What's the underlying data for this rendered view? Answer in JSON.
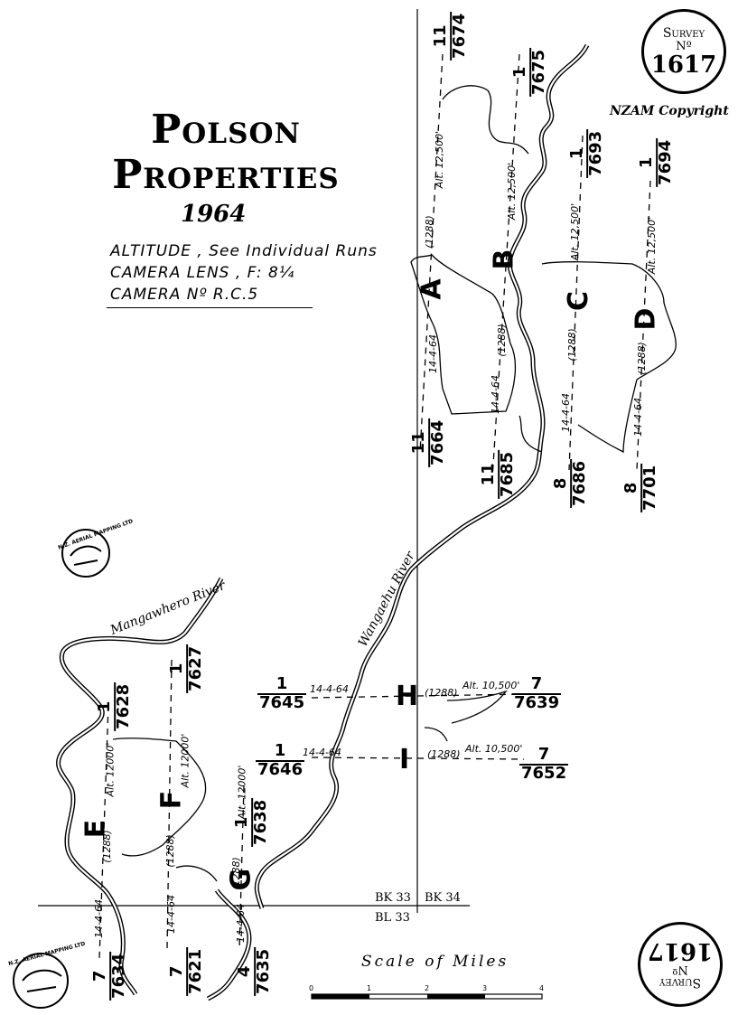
{
  "title": {
    "line1": "Polson",
    "line2": "Properties",
    "year": "1964"
  },
  "info": {
    "altitude": "ALTITUDE , See Individual Runs",
    "lens": "CAMERA LENS , F: 8¼",
    "camera": "CAMERA Nº R.C.5"
  },
  "copyright": "NZAM Copyright",
  "survey_stamp": {
    "word": "Survey",
    "no": "Nº",
    "number": "1617"
  },
  "rivers": {
    "wangaehu": "Wangaehu River",
    "mangawhero": "Mangawhero River"
  },
  "run_letters": [
    "A",
    "B",
    "C",
    "D",
    "E",
    "F",
    "G",
    "H",
    "I"
  ],
  "run_labels": {
    "alt_12500": "Alt. 12,500'",
    "alt_12000": "Alt. 12000'",
    "alt_10500": "Alt. 10,500'",
    "date": "14-4-64",
    "roll": "(1288)"
  },
  "photo_refs": {
    "r7674": {
      "num": "11",
      "den": "7674"
    },
    "r7675": {
      "num": "1",
      "den": "7675"
    },
    "r7693": {
      "num": "1",
      "den": "7693"
    },
    "r7694": {
      "num": "1",
      "den": "7694"
    },
    "r7664": {
      "num": "11",
      "den": "7664"
    },
    "r7685": {
      "num": "11",
      "den": "7685"
    },
    "r7686": {
      "num": "8",
      "den": "7686"
    },
    "r7701": {
      "num": "8",
      "den": "7701"
    },
    "r7645": {
      "num": "1",
      "den": "7645"
    },
    "r7639": {
      "num": "7",
      "den": "7639"
    },
    "r7646": {
      "num": "1",
      "den": "7646"
    },
    "r7652": {
      "num": "7",
      "den": "7652"
    },
    "r7628": {
      "num": "1",
      "den": "7628"
    },
    "r7627": {
      "num": "1",
      "den": "7627"
    },
    "r7638": {
      "num": "1",
      "den": "7638"
    },
    "r7634": {
      "num": "7",
      "den": "7634"
    },
    "r7621": {
      "num": "7",
      "den": "7621"
    },
    "r7635": {
      "num": "4",
      "den": "7635"
    }
  },
  "grid": {
    "bk33": "BK 33",
    "bk34": "BK 34",
    "bl33": "BL 33"
  },
  "scale": {
    "title": "Scale of Miles",
    "ticks": [
      "0",
      "1",
      "2",
      "3",
      "4"
    ]
  },
  "logo_text": "N.Z. AERIAL MAPPING LTD"
}
